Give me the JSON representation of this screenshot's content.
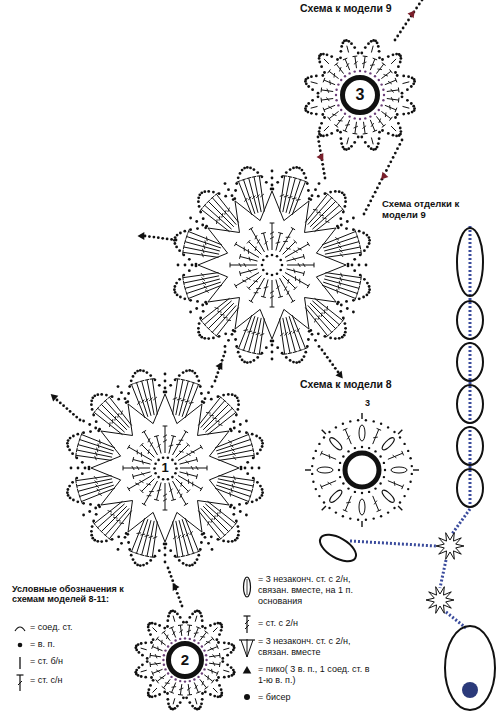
{
  "diagram": {
    "nodes": [
      {
        "text": [
          "3"
        ]
      },
      {
        "text": [
          "1"
        ]
      },
      {
        "text": [
          "2"
        ]
      }
    ],
    "labels": [
      "Схема к модели 9",
      "Схема отделки к модели 9",
      "Схема к модели 8",
      "3",
      "Условные обозначения к схемам моделей 8-11:"
    ],
    "legend": [
      {
        "text": "= соед. ст."
      },
      {
        "text": "= в. п."
      },
      {
        "text": "= ст. б/н"
      },
      {
        "text": "= ст. с/н"
      },
      {
        "text": "= 3 незаконч. ст. с 2/н, связан. вместе, на 1 п. основания"
      },
      {
        "text": "= ст. с 2/н"
      },
      {
        "text": "= 3 незаконч. ст. с 2/н, связан. вместе"
      },
      {
        "text": "= пико( 3 в. п., 1 соед. ст. в 1-ю в. п.)"
      },
      {
        "text": "= бисер"
      }
    ]
  }
}
